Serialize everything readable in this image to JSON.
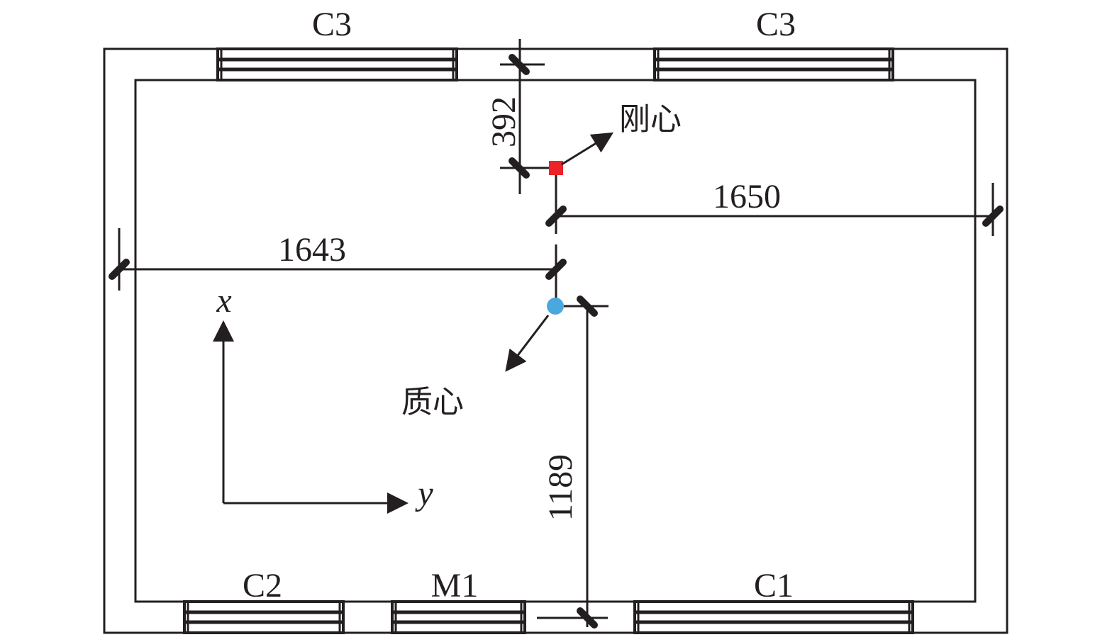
{
  "windows": {
    "top_left": "C3",
    "top_right": "C3",
    "bottom_c2": "C2",
    "bottom_m1": "M1",
    "bottom_c1": "C1"
  },
  "dimensions": {
    "rigidity_offset": "392",
    "right_distance": "1650",
    "left_distance": "1643",
    "mass_to_bottom": "1189"
  },
  "points": {
    "rigidity_center": "刚心",
    "mass_center": "质心"
  },
  "axes": {
    "x": "x",
    "y": "y"
  },
  "colors": {
    "rigidity_center": "#ee2229",
    "mass_center": "#4aa8df",
    "line": "#231f20"
  }
}
